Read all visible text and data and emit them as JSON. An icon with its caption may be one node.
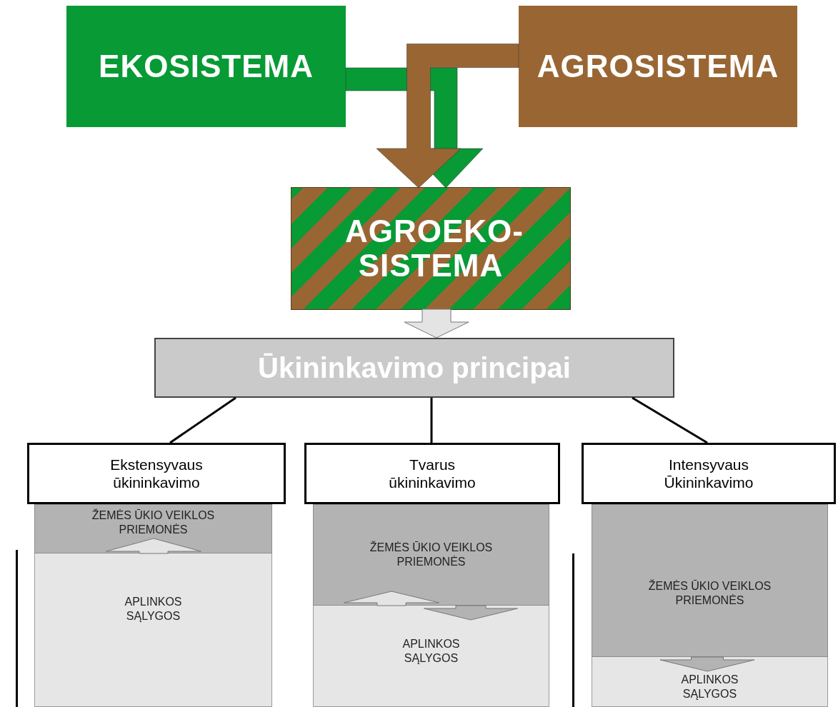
{
  "diagram": {
    "nodes": [
      {
        "text": [
          "EKOSISTEMA"
        ]
      },
      {
        "text": [
          "AGROSISTEMA"
        ]
      },
      {
        "text": [
          "AGROEKO-SISTEMA"
        ]
      },
      {
        "text": [
          "Ūkininkavimo principai"
        ]
      },
      {
        "text": [
          "Ekstensyvaus ūkininkavimo"
        ]
      },
      {
        "text": [
          "Tvarus ūkininkavimo"
        ]
      },
      {
        "text": [
          "Intensyvaus Ūkininkavimo"
        ]
      },
      {
        "text": [
          "ŽEMĖS ŪKIO VEIKLOS PRIEMONĖS"
        ]
      },
      {
        "text": [
          "APLINKOS SĄLYGOS"
        ]
      },
      {
        "text": [
          "ŽEMĖS ŪKIO VEIKLOS PRIEMONĖS"
        ]
      },
      {
        "text": [
          "APLINKOS SĄLYGOS"
        ]
      },
      {
        "text": [
          "ŽEMĖS ŪKIO VEIKLOS PRIEMONĖS"
        ]
      },
      {
        "text": [
          "APLINKOS SĄLYGOS"
        ]
      }
    ],
    "edges": [
      {
        "from": 0,
        "to": 2,
        "arrow": "to",
        "style": "thick",
        "color": "#079a35"
      },
      {
        "from": 1,
        "to": 2,
        "arrow": "to",
        "style": "thick",
        "color": "#996633"
      },
      {
        "from": 2,
        "to": 3,
        "arrow": "to",
        "style": "thick",
        "color": "#e4e4e4"
      },
      {
        "from": 3,
        "to": 4,
        "arrow": "none"
      },
      {
        "from": 3,
        "to": 5,
        "arrow": "none"
      },
      {
        "from": 3,
        "to": 6,
        "arrow": "none"
      },
      {
        "from": 8,
        "to": 7,
        "arrow": "to",
        "style": "thick",
        "color": "#e4e4e4"
      },
      {
        "from": 10,
        "to": 9,
        "arrow": "to",
        "style": "thick",
        "color": "#e4e4e4"
      },
      {
        "from": 9,
        "to": 10,
        "arrow": "to",
        "style": "thick",
        "color": "#b3b3b3"
      },
      {
        "from": 11,
        "to": 12,
        "arrow": "to",
        "style": "thick",
        "color": "#b3b3b3"
      }
    ]
  }
}
